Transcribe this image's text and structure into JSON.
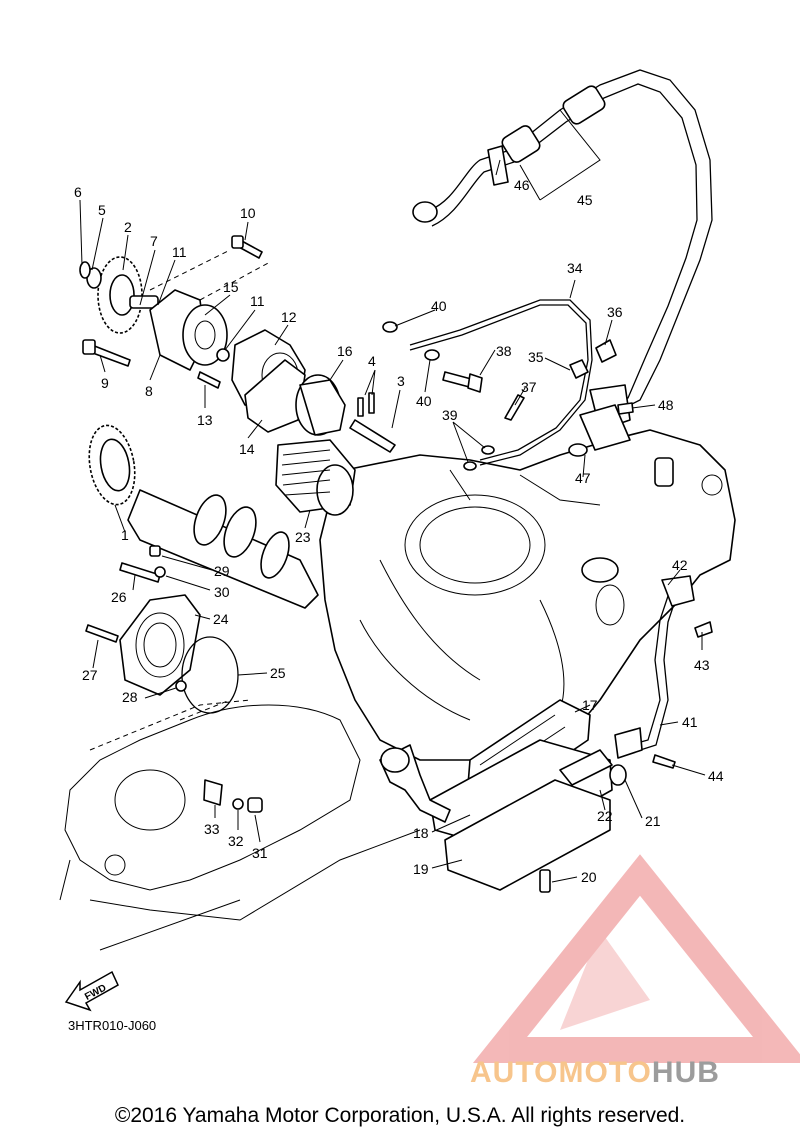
{
  "diagram_code": "3HTR010-J060",
  "copyright": "©2016 Yamaha Motor Corporation, U.S.A. All rights reserved.",
  "fwd_label": "FWD",
  "watermark": {
    "part1": "AUTOMOTO",
    "part2": "HUB",
    "color1": "#f7c58c",
    "color2": "#9c9c9c",
    "logo_color": "#f0a0a0"
  },
  "callouts": {
    "c1": "1",
    "c2": "2",
    "c3": "3",
    "c4": "4",
    "c5": "5",
    "c6": "6",
    "c7": "7",
    "c8": "8",
    "c9": "9",
    "c10": "10",
    "c11a": "11",
    "c11b": "11",
    "c12": "12",
    "c13": "13",
    "c14": "14",
    "c15": "15",
    "c16": "16",
    "c17": "17",
    "c18": "18",
    "c19": "19",
    "c20": "20",
    "c21": "21",
    "c22": "22",
    "c23": "23",
    "c24": "24",
    "c25": "25",
    "c26": "26",
    "c27": "27",
    "c28": "28",
    "c29": "29",
    "c30": "30",
    "c31": "31",
    "c32": "32",
    "c33": "33",
    "c34": "34",
    "c35": "35",
    "c36": "36",
    "c37": "37",
    "c38": "38",
    "c39": "39",
    "c40a": "40",
    "c40b": "40",
    "c41": "41",
    "c42": "42",
    "c43": "43",
    "c44": "44",
    "c45": "45",
    "c46": "46",
    "c47": "47",
    "c48": "48"
  }
}
